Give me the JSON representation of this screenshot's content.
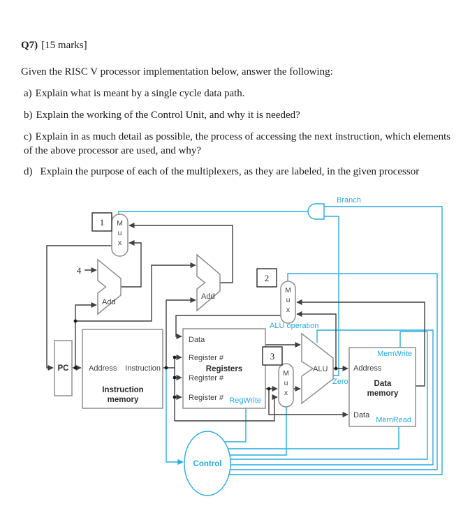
{
  "question": {
    "header_label": "Q7)",
    "header_text": "[15 marks]",
    "intro": "Given the RISC V processor implementation below, answer the following:",
    "items": [
      {
        "label": "a)",
        "text": "Explain what is meant by a single cycle data path."
      },
      {
        "label": "b)",
        "text": "Explain the working of the Control Unit, and why it is needed?"
      },
      {
        "label": "c)",
        "text": "Explain in as much detail as possible, the process of accessing the next instruction, which elements of the above processor are used, and why?"
      },
      {
        "label": "d)",
        "text": "Explain the purpose of each of the multiplexers, as they are labeled, in the given processor"
      }
    ]
  },
  "diagram": {
    "colors": {
      "wire": "#3f3f3f",
      "control_blue": "#29abe2",
      "block_border": "#8f8f8f"
    },
    "blocks": {
      "pc": "PC",
      "im_port_address": "Address",
      "im_port_instruction": "Instruction",
      "im_title_1": "Instruction",
      "im_title_2": "memory",
      "reg_port_data": "Data",
      "reg_port_regnum": "Register #",
      "reg_title": "Registers",
      "dm_title_1": "Data",
      "dm_title_2": "memory",
      "dm_port_address": "Address",
      "dm_port_data": "Data",
      "alu": "ALU",
      "add": "Add",
      "control": "Control"
    },
    "signals": {
      "branch": "Branch",
      "zero": "Zero",
      "alu_operation": "ALU operation",
      "reg_write": "RegWrite",
      "mem_write": "MemWrite",
      "mem_read": "MemRead"
    },
    "mux_numbers": [
      "1",
      "2",
      "3"
    ],
    "mux_letters": [
      "M",
      "u",
      "x"
    ],
    "constant_four": "4"
  }
}
